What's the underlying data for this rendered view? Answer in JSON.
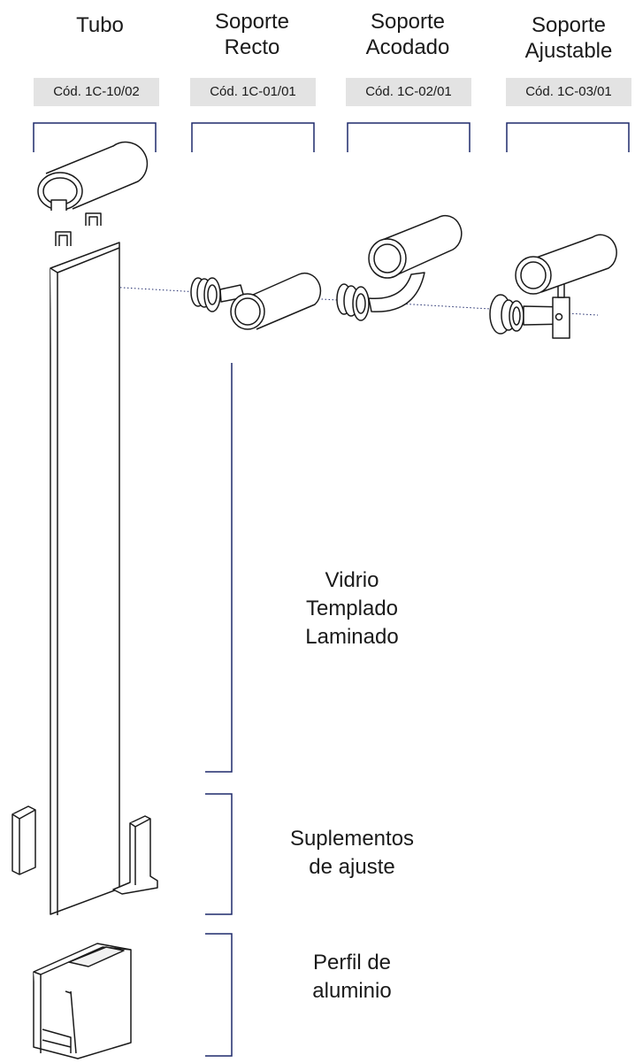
{
  "columns": [
    {
      "title_lines": [
        "Tubo"
      ],
      "code": "Cód. 1C-10/02"
    },
    {
      "title_lines": [
        "Soporte",
        "Recto"
      ],
      "code": "Cód. 1C-01/01"
    },
    {
      "title_lines": [
        "Soporte",
        "Acodado"
      ],
      "code": "Cód. 1C-02/01"
    },
    {
      "title_lines": [
        "Soporte",
        "Ajustable"
      ],
      "code": "Cód. 1C-03/01"
    }
  ],
  "components": {
    "glass": [
      "Vidrio",
      "Templado",
      "Laminado"
    ],
    "shims": [
      "Suplementos",
      "de ajuste"
    ],
    "profile": [
      "Perfil de",
      "aluminio"
    ]
  },
  "colors": {
    "bracket_lines": "#1f2a6b",
    "ink": "#1a1a1a",
    "code_bg": "#e3e3e3"
  }
}
